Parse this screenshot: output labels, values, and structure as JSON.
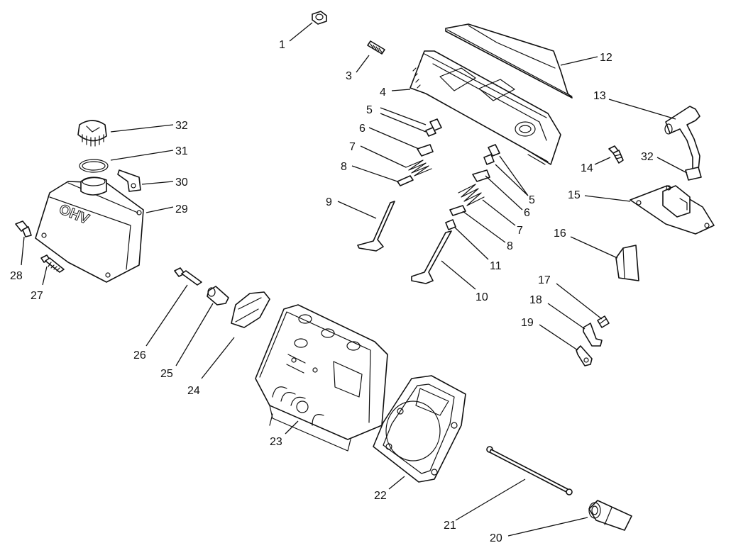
{
  "diagram": {
    "embossed_text": "OHV",
    "callouts": [
      {
        "id": "c1",
        "text": "1"
      },
      {
        "id": "c2",
        "text": "3"
      },
      {
        "id": "c3",
        "text": "4"
      },
      {
        "id": "c4",
        "text": "5"
      },
      {
        "id": "c5",
        "text": "6"
      },
      {
        "id": "c6",
        "text": "7"
      },
      {
        "id": "c7",
        "text": "8"
      },
      {
        "id": "c8",
        "text": "9"
      },
      {
        "id": "c9",
        "text": "12"
      },
      {
        "id": "c10",
        "text": "13"
      },
      {
        "id": "c11",
        "text": "14"
      },
      {
        "id": "c12",
        "text": "32"
      },
      {
        "id": "c13",
        "text": "5"
      },
      {
        "id": "c14",
        "text": "6"
      },
      {
        "id": "c15",
        "text": "7"
      },
      {
        "id": "c16",
        "text": "8"
      },
      {
        "id": "c17",
        "text": "11"
      },
      {
        "id": "c18",
        "text": "10"
      },
      {
        "id": "c19",
        "text": "15"
      },
      {
        "id": "c20",
        "text": "16"
      },
      {
        "id": "c21",
        "text": "17"
      },
      {
        "id": "c22",
        "text": "18"
      },
      {
        "id": "c23",
        "text": "19"
      },
      {
        "id": "c24",
        "text": "32"
      },
      {
        "id": "c25",
        "text": "31"
      },
      {
        "id": "c26",
        "text": "30"
      },
      {
        "id": "c27",
        "text": "29"
      },
      {
        "id": "c28",
        "text": "28"
      },
      {
        "id": "c29",
        "text": "27"
      },
      {
        "id": "c30",
        "text": "26"
      },
      {
        "id": "c31",
        "text": "25"
      },
      {
        "id": "c32",
        "text": "24"
      },
      {
        "id": "c33",
        "text": "23"
      },
      {
        "id": "c34",
        "text": "22"
      },
      {
        "id": "c35",
        "text": "21"
      },
      {
        "id": "c36",
        "text": "20"
      }
    ]
  }
}
